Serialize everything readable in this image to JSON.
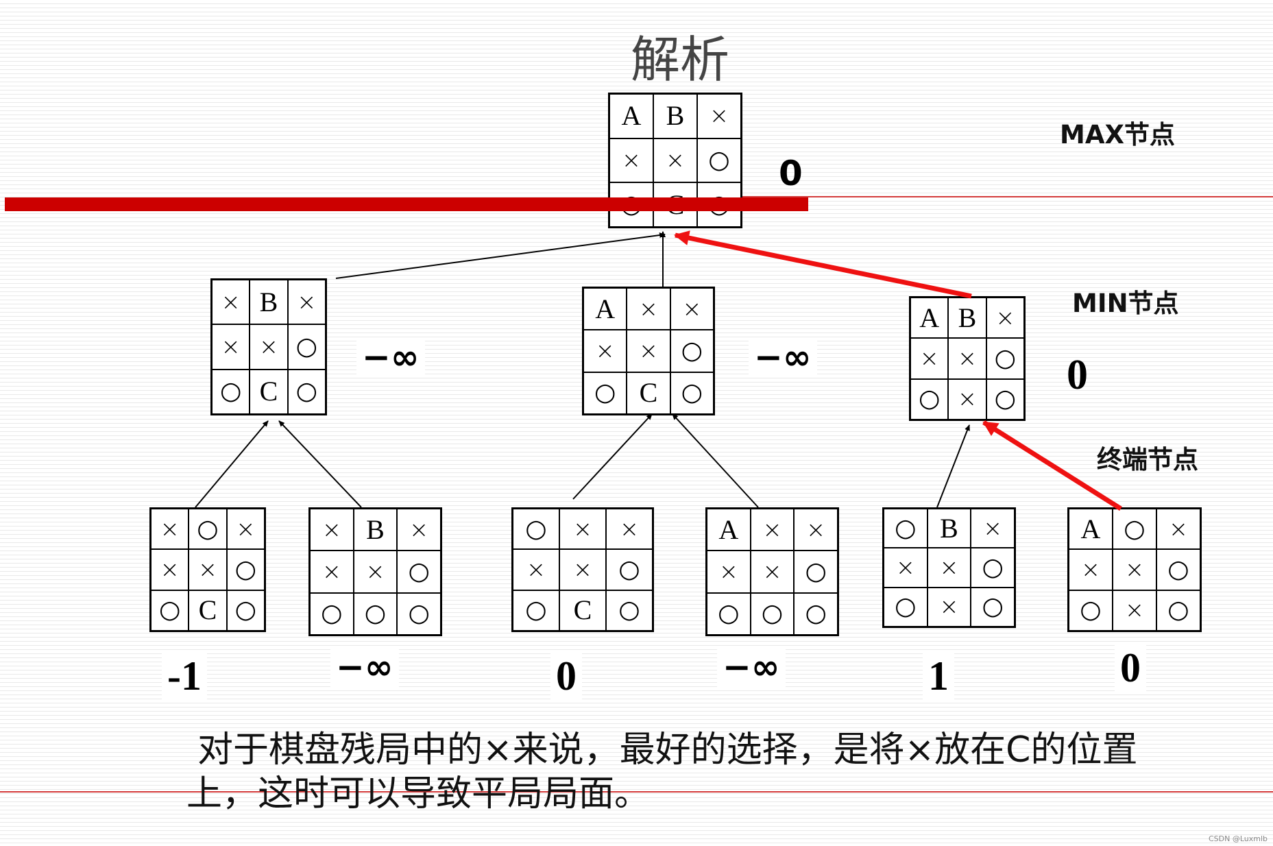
{
  "title": "解析",
  "labels": {
    "max_node": "MAX节点",
    "min_node": "MIN节点",
    "terminal_node": "终端节点"
  },
  "boards": {
    "root": [
      "A",
      "B",
      "X",
      "X",
      "X",
      "O",
      "O",
      "C",
      "O"
    ],
    "min_left": [
      "X",
      "B",
      "X",
      "X",
      "X",
      "O",
      "O",
      "C",
      "O"
    ],
    "min_mid": [
      "A",
      "X",
      "X",
      "X",
      "X",
      "O",
      "O",
      "C",
      "O"
    ],
    "min_right": [
      "A",
      "B",
      "X",
      "X",
      "X",
      "O",
      "O",
      "X",
      "O"
    ],
    "leaf_1": [
      "X",
      "O",
      "X",
      "X",
      "X",
      "O",
      "O",
      "C",
      "O"
    ],
    "leaf_2": [
      "X",
      "B",
      "X",
      "X",
      "X",
      "O",
      "O",
      "O",
      "O"
    ],
    "leaf_3": [
      "O",
      "X",
      "X",
      "X",
      "X",
      "O",
      "O",
      "C",
      "O"
    ],
    "leaf_4": [
      "A",
      "X",
      "X",
      "X",
      "X",
      "O",
      "O",
      "O",
      "O"
    ],
    "leaf_5": [
      "O",
      "B",
      "X",
      "X",
      "X",
      "O",
      "O",
      "X",
      "O"
    ],
    "leaf_6": [
      "A",
      "O",
      "X",
      "X",
      "X",
      "O",
      "O",
      "X",
      "O"
    ]
  },
  "values": {
    "root": "0",
    "min_left": "−∞",
    "min_mid": "−∞",
    "min_right": "0",
    "leaf_1": "-1",
    "leaf_2": "−∞",
    "leaf_3": "0",
    "leaf_4": "−∞",
    "leaf_5": "1",
    "leaf_6": "0"
  },
  "caption": {
    "line1": "对于棋盘残局中的×来说，最好的选择，是将×放在C的位置",
    "line2": "上，这时可以导致平局局面。"
  },
  "watermark": "CSDN @Luxmlb",
  "colors": {
    "highlight": "#cc0000",
    "arrow_highlight": "#ee1111",
    "arrow_default": "#000000"
  }
}
